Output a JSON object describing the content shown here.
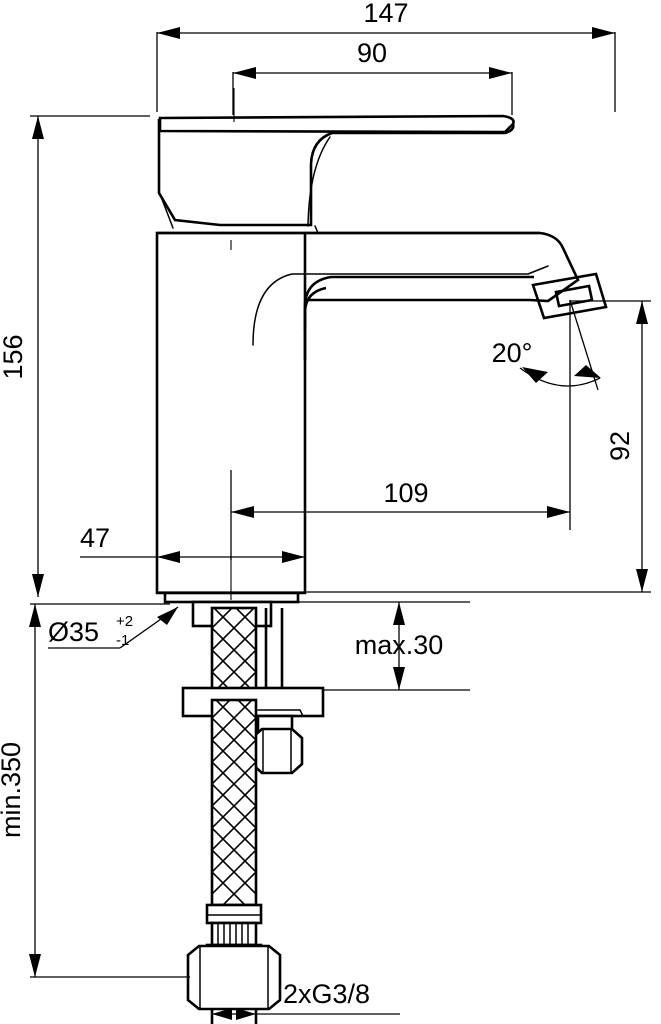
{
  "drawing": {
    "title": "Basin mixer tap dimensional drawing",
    "product": "single-lever basin mixer",
    "units": "mm",
    "line_color": "#000000",
    "background_color": "#ffffff"
  },
  "dimensions": {
    "overall_width": "147",
    "handle_width": "90",
    "overall_height": "156",
    "spout_height": "92",
    "spout_reach": "109",
    "body_depth": "47",
    "hole_diameter": "Ø35",
    "hole_tolerance_upper": "+2",
    "hole_tolerance_lower": "-1",
    "max_thickness": "max.30",
    "min_hose_length": "min.350",
    "aerator_angle": "20°",
    "thread_size": "2xG3/8"
  },
  "labels": [
    {
      "id": "width-147",
      "text": "147",
      "kind": "linear",
      "orientation": "horizontal"
    },
    {
      "id": "width-90",
      "text": "90",
      "kind": "linear",
      "orientation": "horizontal"
    },
    {
      "id": "height-156",
      "text": "156",
      "kind": "linear",
      "orientation": "vertical"
    },
    {
      "id": "height-92",
      "text": "92",
      "kind": "linear",
      "orientation": "vertical"
    },
    {
      "id": "reach-109",
      "text": "109",
      "kind": "linear",
      "orientation": "horizontal"
    },
    {
      "id": "depth-47",
      "text": "47",
      "kind": "linear",
      "orientation": "horizontal"
    },
    {
      "id": "hole-dia",
      "text": "Ø35",
      "kind": "leader",
      "orientation": "horizontal"
    },
    {
      "id": "max-30",
      "text": "max.30",
      "kind": "linear",
      "orientation": "horizontal"
    },
    {
      "id": "min-350",
      "text": "min.350",
      "kind": "linear",
      "orientation": "vertical"
    },
    {
      "id": "angle-20",
      "text": "20°",
      "kind": "angular",
      "orientation": "horizontal"
    },
    {
      "id": "thread-g38",
      "text": "2xG3/8",
      "kind": "note",
      "orientation": "horizontal"
    }
  ]
}
